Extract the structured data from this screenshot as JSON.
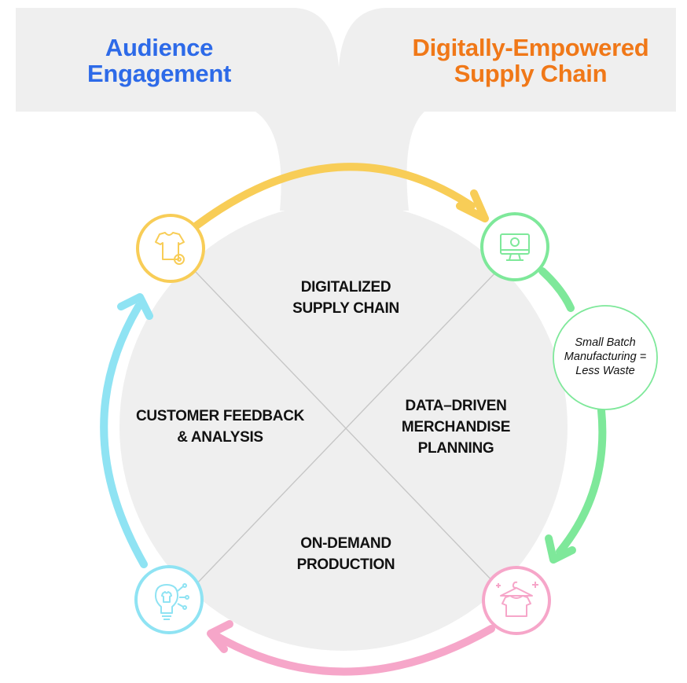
{
  "header": {
    "left_title": [
      "Audience",
      "Engagement"
    ],
    "right_title": [
      "Digitally-Empowered",
      "Supply Chain"
    ]
  },
  "quadrants": {
    "top": [
      "DIGITALIZED",
      "SUPPLY CHAIN"
    ],
    "right": [
      "DATA–DRIVEN",
      "MERCHANDISE",
      "PLANNING"
    ],
    "bottom": [
      "ON-DEMAND",
      "PRODUCTION"
    ],
    "left": [
      "CUSTOMER FEEDBACK",
      "& ANALYSIS"
    ]
  },
  "callout": {
    "text": [
      "Small Batch",
      "Manufacturing =",
      "Less Waste"
    ]
  },
  "nodes": [
    {
      "name": "tshirt-gear-node",
      "icon": "tshirt-gear-icon",
      "color": "#f8cd57"
    },
    {
      "name": "monitor-node",
      "icon": "monitor-icon",
      "color": "#7ee89a"
    },
    {
      "name": "hanger-shirt-node",
      "icon": "hanger-shirt-icon",
      "color": "#f6a6c9"
    },
    {
      "name": "lightbulb-node",
      "icon": "lightbulb-shirt-icon",
      "color": "#8fe3f3"
    }
  ],
  "colors": {
    "blue_title": "#2d6ae8",
    "orange_title": "#f07818",
    "panel_gray": "#efefef",
    "arrow_yellow": "#f8cd57",
    "arrow_green": "#7ee89a",
    "arrow_pink": "#f6a6c9",
    "arrow_cyan": "#8fe3f3",
    "divider": "#c6c6c6"
  }
}
